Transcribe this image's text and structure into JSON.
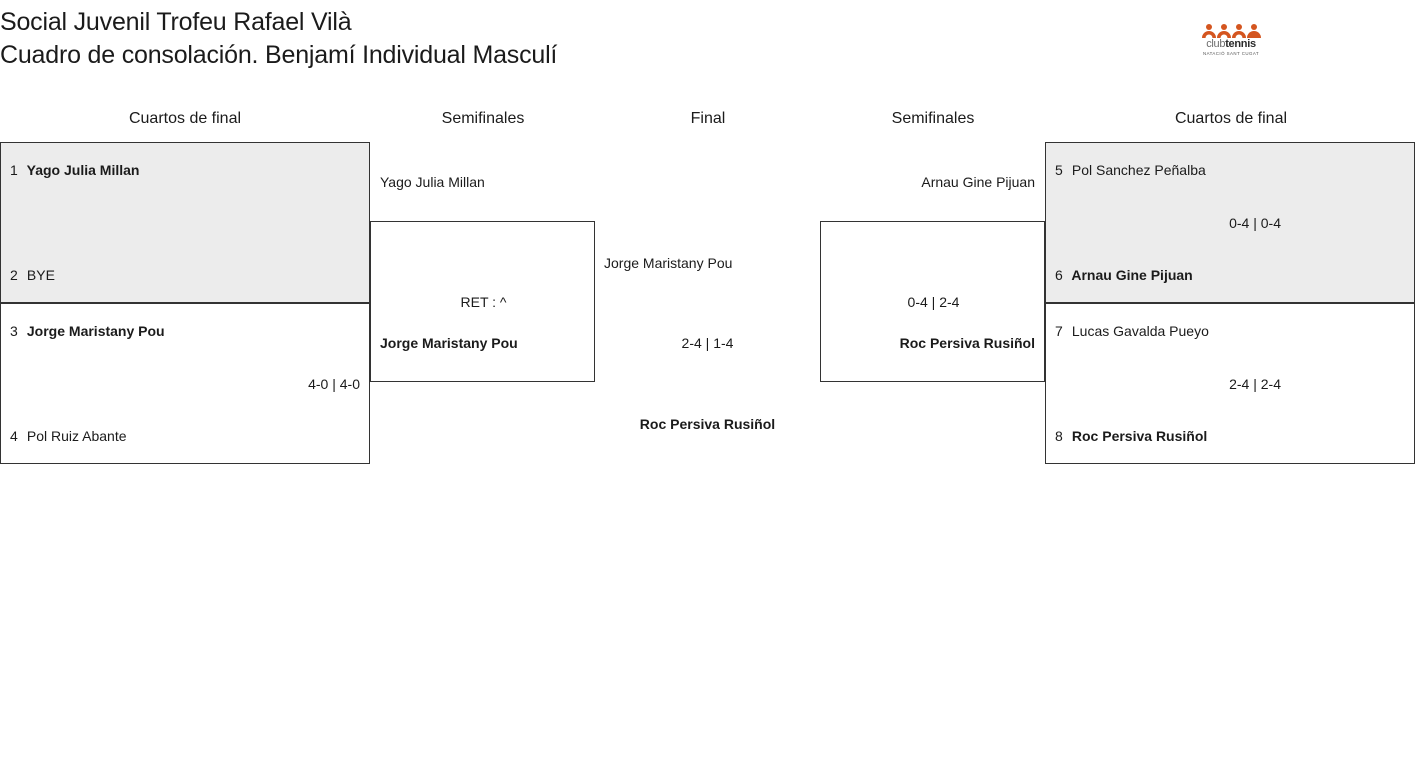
{
  "header": {
    "title_line1": "Social Juvenil Trofeu Rafael Vilà",
    "title_line2": "Cuadro de consolación. Benjamí Individual Masculí"
  },
  "logo": {
    "word_club": "club",
    "word_tennis": "tennis",
    "subtitle": "NATACIÓ SANT CUGAT",
    "color": "#d4551f"
  },
  "rounds": {
    "left_quarters": "Cuartos de final",
    "left_semis": "Semifinales",
    "final": "Final",
    "right_semis": "Semifinales",
    "right_quarters": "Cuartos de final"
  },
  "matches": {
    "lq1": {
      "top": {
        "seed": "1",
        "name": "Yago Julia Millan",
        "winner": true
      },
      "bottom": {
        "seed": "2",
        "name": "BYE",
        "winner": false
      },
      "score": ""
    },
    "lq2": {
      "top": {
        "seed": "3",
        "name": "Jorge Maristany Pou",
        "winner": true
      },
      "bottom": {
        "seed": "4",
        "name": "Pol Ruiz Abante",
        "winner": false
      },
      "score": "4-0 | 4-0"
    },
    "ls1": {
      "top": {
        "seed": "",
        "name": "Yago Julia Millan",
        "winner": false
      },
      "bottom": {
        "seed": "",
        "name": "Jorge Maristany Pou",
        "winner": true
      },
      "score": "RET : ^"
    },
    "final": {
      "top": {
        "seed": "",
        "name": "Jorge Maristany Pou",
        "winner": false
      },
      "bottom": {
        "seed": "",
        "name": "Roc Persiva Rusiñol",
        "winner": true
      },
      "score": "2-4 | 1-4"
    },
    "rs1": {
      "top": {
        "seed": "",
        "name": "Arnau Gine Pijuan",
        "winner": false
      },
      "bottom": {
        "seed": "",
        "name": "Roc Persiva Rusiñol",
        "winner": true
      },
      "score": "0-4 | 2-4"
    },
    "rq1": {
      "top": {
        "seed": "5",
        "name": "Pol Sanchez Peñalba",
        "winner": false
      },
      "bottom": {
        "seed": "6",
        "name": "Arnau Gine Pijuan",
        "winner": true
      },
      "score": "0-4 | 0-4"
    },
    "rq2": {
      "top": {
        "seed": "7",
        "name": "Lucas Gavalda Pueyo",
        "winner": false
      },
      "bottom": {
        "seed": "8",
        "name": "Roc Persiva Rusiñol",
        "winner": true
      },
      "score": "2-4 | 2-4"
    }
  }
}
